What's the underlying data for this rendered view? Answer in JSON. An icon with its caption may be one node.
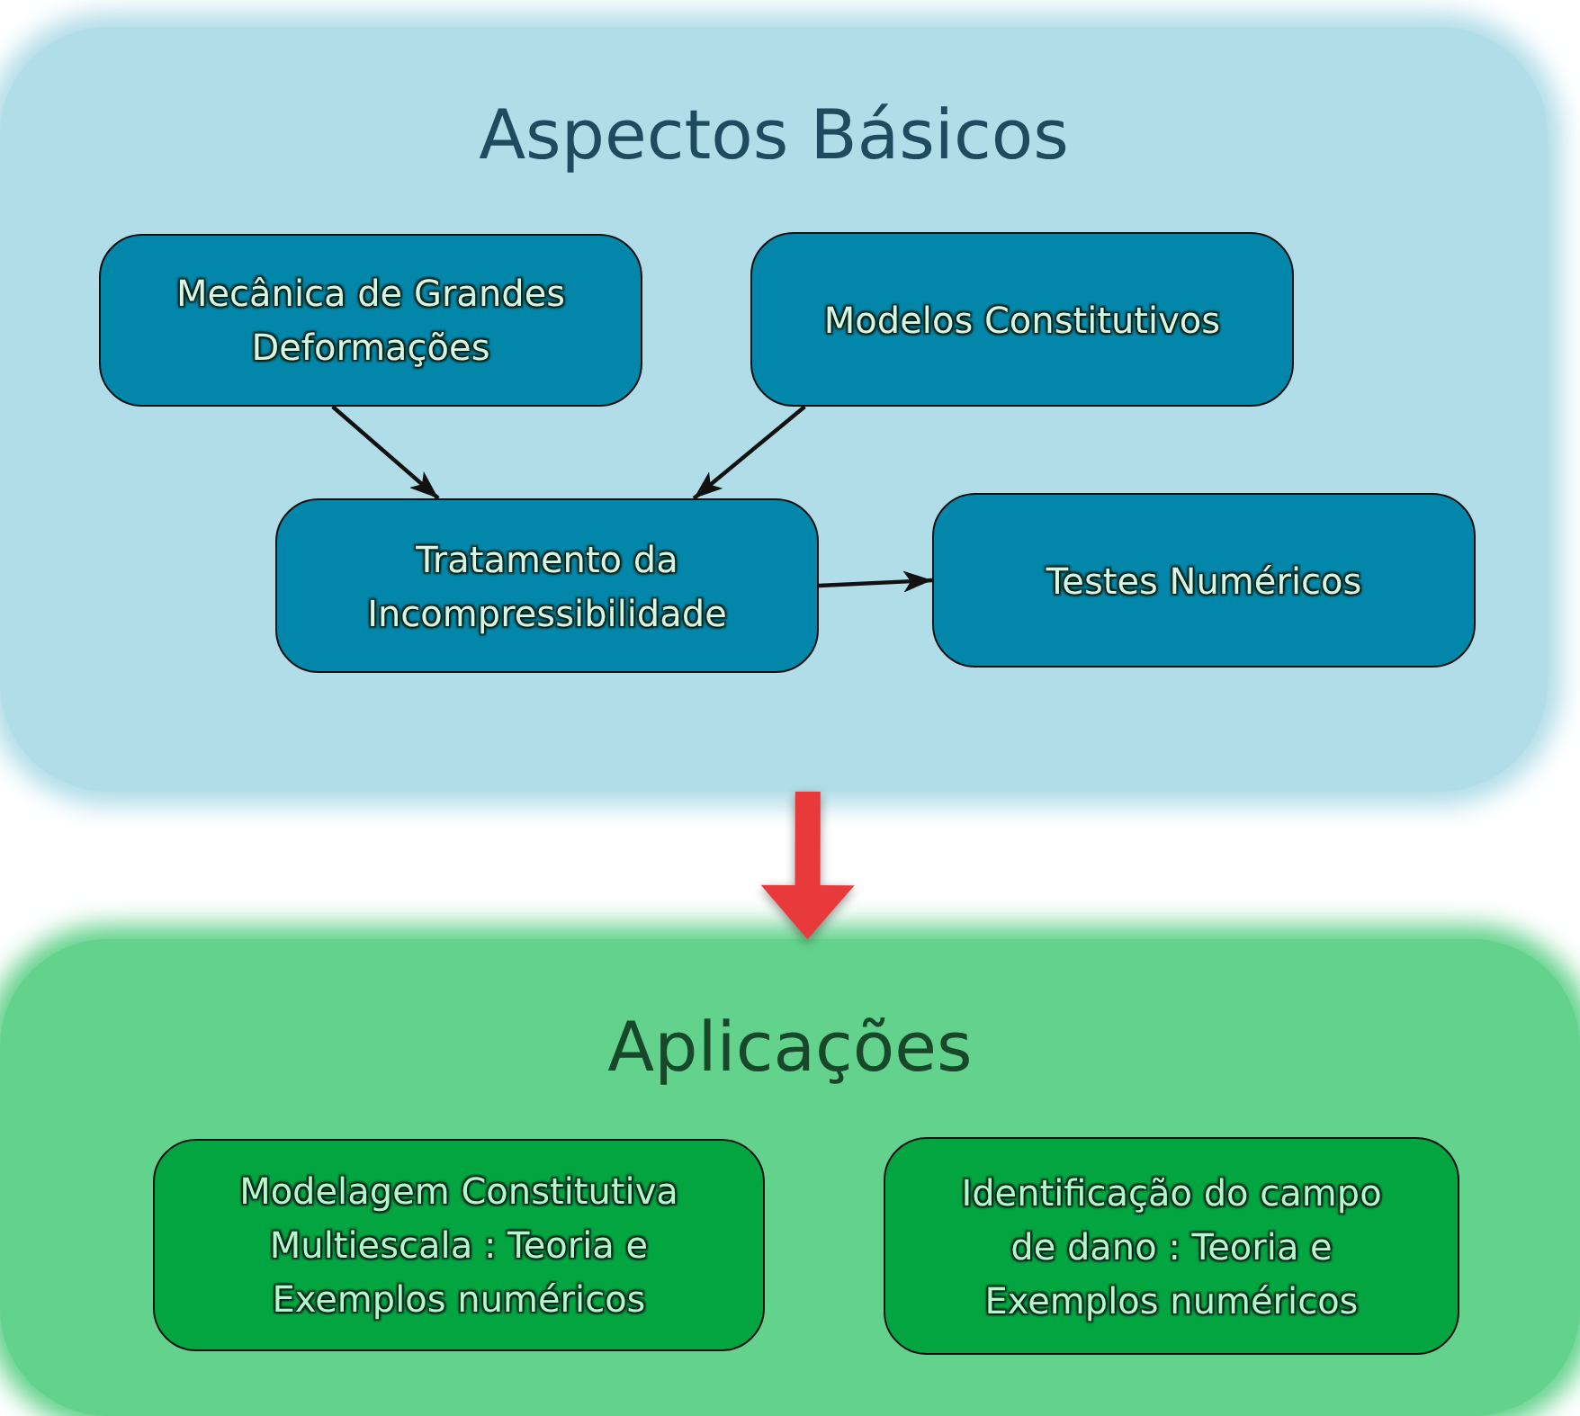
{
  "diagram": {
    "nodes": [
      {
        "text": [
          "Aspectos Básicos"
        ]
      },
      {
        "text": [
          "Mecânica de Grandes Deformações"
        ],
        "in": 0
      },
      {
        "text": [
          "Modelos Constitutivos"
        ],
        "in": 0
      },
      {
        "text": [
          "Tratamento da Incompressibilidade"
        ],
        "in": 0
      },
      {
        "text": [
          "Testes Numéricos"
        ],
        "in": 0
      },
      {
        "text": [
          "Aplicações"
        ]
      },
      {
        "text": [
          "Modelagem Constitutiva Multiescala : Teoria e Exemplos numéricos"
        ],
        "in": 5
      },
      {
        "text": [
          "Identificação do campo de dano : Teoria e Exemplos numéricos"
        ],
        "in": 5
      }
    ],
    "edges": [
      {
        "from": 1,
        "to": 3,
        "arrow": "to"
      },
      {
        "from": 2,
        "to": 3,
        "arrow": "to"
      },
      {
        "from": 3,
        "to": 4,
        "arrow": "to"
      },
      {
        "from": 0,
        "to": 5,
        "arrow": "to",
        "style": "thick",
        "color": "#e83a3a"
      }
    ]
  }
}
